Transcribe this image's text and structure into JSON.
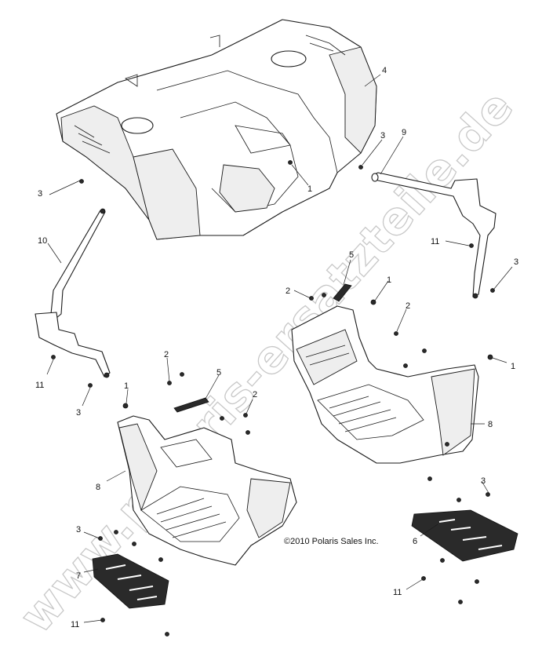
{
  "watermark": "www.polaris-ersatzteile.de",
  "copyright": "©2010 Polaris Sales Inc.",
  "callouts": [
    {
      "id": "c4",
      "text": "4"
    },
    {
      "id": "c3a",
      "text": "3"
    },
    {
      "id": "c9",
      "text": "9"
    },
    {
      "id": "c1a",
      "text": "1"
    },
    {
      "id": "c3b",
      "text": "3"
    },
    {
      "id": "c10",
      "text": "10"
    },
    {
      "id": "c11a",
      "text": "11"
    },
    {
      "id": "c3c",
      "text": "3"
    },
    {
      "id": "c5a",
      "text": "5"
    },
    {
      "id": "c2a",
      "text": "2"
    },
    {
      "id": "c1b",
      "text": "1"
    },
    {
      "id": "c2b",
      "text": "2"
    },
    {
      "id": "c1c",
      "text": "1"
    },
    {
      "id": "c11b",
      "text": "11"
    },
    {
      "id": "c3d",
      "text": "3"
    },
    {
      "id": "c2c",
      "text": "2"
    },
    {
      "id": "c1d",
      "text": "1"
    },
    {
      "id": "c5b",
      "text": "5"
    },
    {
      "id": "c2d",
      "text": "2"
    },
    {
      "id": "c8a",
      "text": "8"
    },
    {
      "id": "c8b",
      "text": "8"
    },
    {
      "id": "c3e",
      "text": "3"
    },
    {
      "id": "c6",
      "text": "6"
    },
    {
      "id": "c3f",
      "text": "3"
    },
    {
      "id": "c7",
      "text": "7"
    },
    {
      "id": "c11c",
      "text": "11"
    },
    {
      "id": "c11d",
      "text": "11"
    }
  ]
}
